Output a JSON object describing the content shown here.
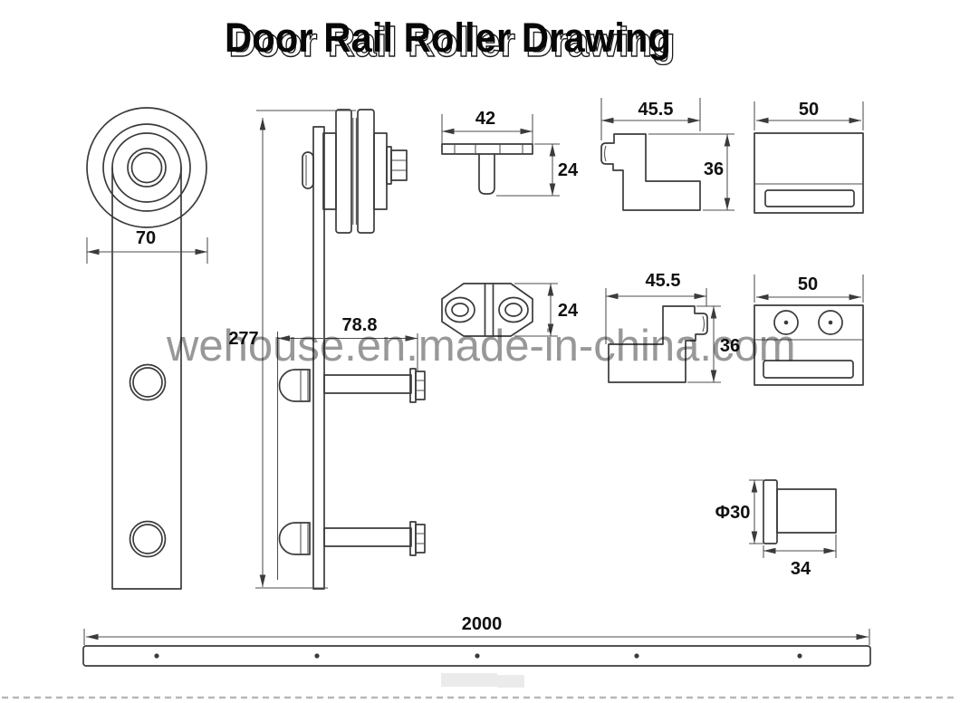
{
  "title": "Door Rail Roller Drawing",
  "watermark": "wehouse.en.made-in-china.com",
  "dims": {
    "front_wheel_width": "70",
    "hanger_total_height": "277",
    "bolt_span": "78.8",
    "tee_guide_width": "42",
    "tee_guide_height": "24",
    "floor_guide_thickness": "24",
    "bracket_top_width": "45.5",
    "bracket_top_height": "36",
    "cover_plate_top_width": "50",
    "bracket_mid_width": "45.5",
    "bracket_mid_height": "36",
    "cover_plate_mid_width": "50",
    "stopper_diameter": "Φ30",
    "stopper_length": "34",
    "rail_length": "2000"
  }
}
